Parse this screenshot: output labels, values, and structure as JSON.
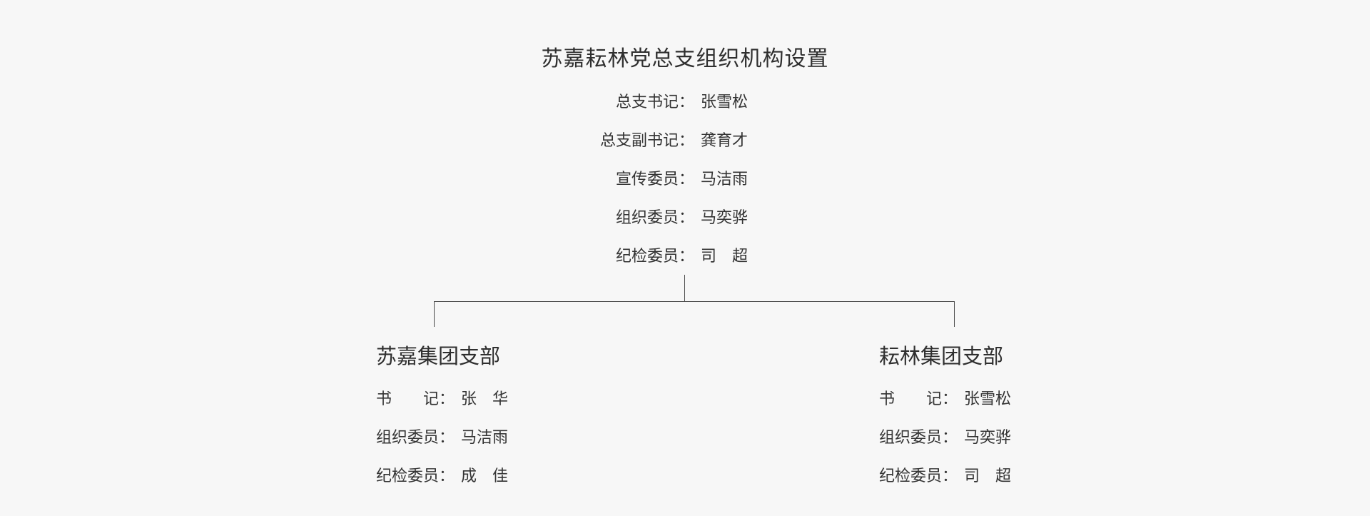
{
  "page": {
    "title": "苏嘉耘林党总支组织机构设置",
    "background_color": "#f7f7f7",
    "text_color": "#333333",
    "line_color": "#4a4a4a"
  },
  "headquarters": {
    "officers": [
      {
        "label": "总支书记：",
        "name": "张雪松"
      },
      {
        "label": "总支副书记：",
        "name": "龚育才"
      },
      {
        "label": "宣传委员：",
        "name": "马洁雨"
      },
      {
        "label": "组织委员：",
        "name": "马奕骅"
      },
      {
        "label": "纪检委员：",
        "name": "司　超"
      }
    ]
  },
  "branches": [
    {
      "title": "苏嘉集团支部",
      "officers": [
        {
          "label": "书　　记：",
          "name": "张　华"
        },
        {
          "label": "组织委员：",
          "name": "马洁雨"
        },
        {
          "label": "纪检委员：",
          "name": "成　佳"
        }
      ]
    },
    {
      "title": "耘林集团支部",
      "officers": [
        {
          "label": "书　　记：",
          "name": "张雪松"
        },
        {
          "label": "组织委员：",
          "name": "马奕骅"
        },
        {
          "label": "纪检委员：",
          "name": "司　超"
        }
      ]
    }
  ]
}
